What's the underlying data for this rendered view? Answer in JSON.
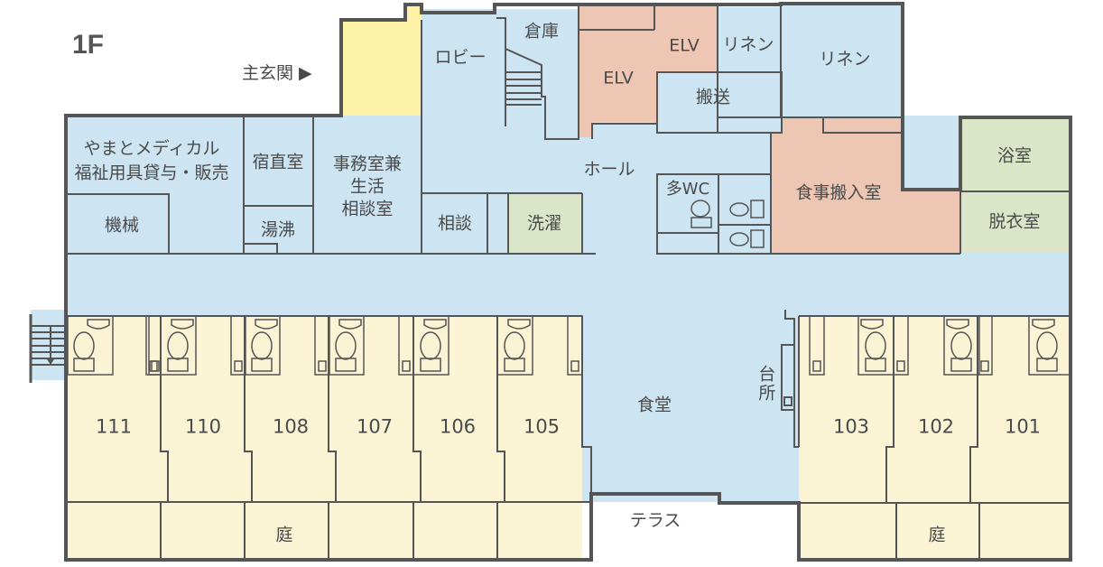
{
  "floor_label": "1F",
  "entrance_label": "主玄関 ▶",
  "colors": {
    "common": "#cde4f2",
    "service": "#edc7b3",
    "resident": "#faf4d5",
    "entrance": "#fdf2a8",
    "bath": "#dbe5c8",
    "wall": "#555555"
  },
  "rooms": {
    "lobby": "ロビー",
    "storage": "倉庫",
    "elv1": "ELV",
    "elv2": "ELV",
    "linen_small": "リネン",
    "linen_large": "リネン",
    "transport": "搬送",
    "hall": "ホール",
    "multi_wc": "多WC",
    "meal_delivery": "食事搬入室",
    "bathroom": "浴室",
    "changing_room": "脱衣室",
    "yamato_line1": "やまとメディカル",
    "yamato_line2": "福祉用具貸与・販売",
    "machine": "機械",
    "night_duty": "宿直室",
    "boiler": "湯沸",
    "office_line1": "事務室兼",
    "office_line2": "生活",
    "office_line3": "相談室",
    "consult": "相談",
    "laundry": "洗濯",
    "dining": "食堂",
    "kitchen": "台所",
    "terrace": "テラス",
    "garden_left": "庭",
    "garden_right": "庭"
  },
  "resident_rooms_left": [
    "111",
    "110",
    "108",
    "107",
    "106",
    "105"
  ],
  "resident_rooms_right": [
    "103",
    "102",
    "101"
  ]
}
